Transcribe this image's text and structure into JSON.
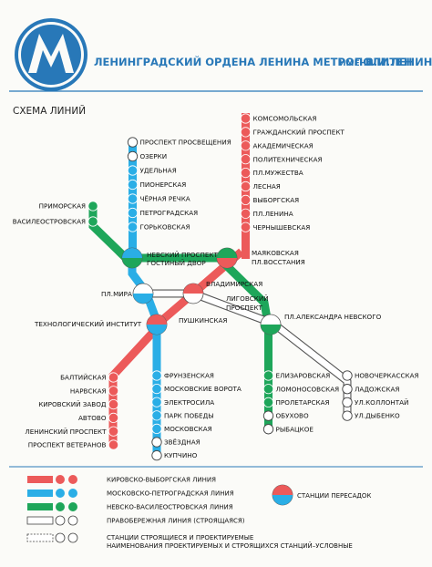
{
  "colors": {
    "red": "#ec5a5a",
    "blue": "#2aaee6",
    "green": "#1ea65a",
    "accent": "#2878b8",
    "white": "#ffffff",
    "ink": "#111111"
  },
  "header": {
    "logo_letter": "M",
    "title_main": "ЛЕНИНГРАДСКИЙ ОРДЕНА ЛЕНИНА МЕТРОПОЛИТЕН",
    "title_imeni": "ИМЕНИ",
    "title_name": "В.И.ЛЕНИНА"
  },
  "scheme_title": "СХЕМА ЛИНИЙ",
  "stations": {
    "red_north": [
      "КОМСОМОЛЬСКАЯ",
      "ГРАЖДАНСКИЙ ПРОСПЕКТ",
      "АКАДЕМИЧЕСКАЯ",
      "ПОЛИТЕХНИЧЕСКАЯ",
      "ПЛ.МУЖЕСТВА",
      "ЛЕСНАЯ",
      "ВЫБОРГСКАЯ",
      "ПЛ.ЛЕНИНА",
      "ЧЕРНЫШЕВСКАЯ"
    ],
    "blue_north": [
      "ПРОСПЕКТ ПРОСВЕЩЕНИЯ",
      "ОЗЕРКИ",
      "УДЕЛЬНАЯ",
      "ПИОНЕРСКАЯ",
      "ЧЁРНАЯ РЕЧКА",
      "ПЕТРОГРАДСКАЯ",
      "ГОРЬКОВСКАЯ"
    ],
    "green_west": [
      "ПРИМОРСКАЯ",
      "ВАСИЛЕОСТРОВСКАЯ"
    ],
    "red_south": [
      "БАЛТИЙСКАЯ",
      "НАРВСКАЯ",
      "КИРОВСКИЙ ЗАВОД",
      "АВТОВО",
      "ЛЕНИНСКИЙ ПРОСПЕКТ",
      "ПРОСПЕКТ ВЕТЕРАНОВ"
    ],
    "blue_south": [
      "ФРУНЗЕНСКАЯ",
      "МОСКОВСКИЕ ВОРОТА",
      "ЭЛЕКТРОСИЛА",
      "ПАРК ПОБЕДЫ",
      "МОСКОВСКАЯ",
      "ЗВЁЗДНАЯ",
      "КУПЧИНО"
    ],
    "green_south": [
      "ЕЛИЗАРОВСКАЯ",
      "ЛОМОНОСОВСКАЯ",
      "ПРОЛЕТАРСКАЯ",
      "ОБУХОВО",
      "РЫБАЦКОЕ"
    ],
    "planned_east": [
      "НОВОЧЕРКАССКАЯ",
      "ЛАДОЖСКАЯ",
      "УЛ.КОЛЛОНТАЙ",
      "УЛ.ДЫБЕНКО"
    ]
  },
  "interchanges": {
    "nevsky_gostiny": [
      "НЕВСКИЙ ПРОСПЕКТ",
      "ГОСТИНЫЙ ДВОР"
    ],
    "mayakovskaya_vosstaniya": [
      "МАЯКОВСКАЯ",
      "ПЛ.ВОССТАНИЯ"
    ],
    "pl_mira": "ПЛ.МИРА",
    "vladimirskaya": "ВЛАДИМИРСКАЯ",
    "ligovsky": [
      "ЛИГОВСКИЙ",
      "ПРОСПЕКТ"
    ],
    "pushkinskaya": "ПУШКИНСКАЯ",
    "technological": "ТЕХНОЛОГИЧЕСКИЙ ИНСТИТУТ",
    "nevsky_lavra": "ПЛ.АЛЕКСАНДРА НЕВСКОГО"
  },
  "legend": {
    "items": [
      {
        "label": "КИРОВСКО-ВЫБОРГСКАЯ ЛИНИЯ",
        "color": "#ec5a5a"
      },
      {
        "label": "МОСКОВСКО-ПЕТРОГРАДСКАЯ ЛИНИЯ",
        "color": "#2aaee6"
      },
      {
        "label": "НЕВСКО-ВАСИЛЕОСТРОВСКАЯ ЛИНИЯ",
        "color": "#1ea65a"
      },
      {
        "label": "ПРАВОБЕРЕЖНАЯ ЛИНИЯ (СТРОЯЩАЯСЯ)",
        "color": "#ffffff"
      }
    ],
    "note_line1": "СТАНЦИИ СТРОЯЩИЕСЯ И ПРОЕКТИРУЕМЫЕ",
    "note_line2": "НАИМЕНОВАНИЯ ПРОЕКТИРУЕМЫХ И СТРОЯЩИХСЯ СТАНЦИЙ–УСЛОВНЫЕ",
    "transfer_label": "СТАНЦИИ ПЕРЕСАДОК"
  }
}
